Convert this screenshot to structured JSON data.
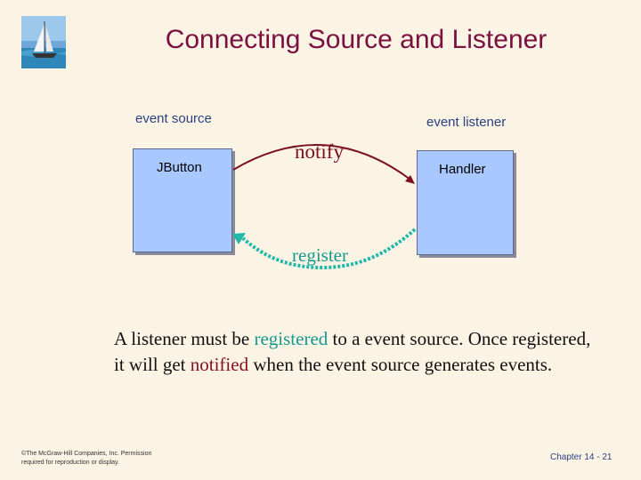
{
  "slide": {
    "title": "Connecting Source and Listener",
    "event_source_label": "event source",
    "event_listener_label": "event listener",
    "source_box_label": "JButton",
    "listener_box_label": "Handler",
    "notify_label": "notify",
    "register_label": "register",
    "paragraph": {
      "part1": "A listener must be ",
      "registered": "registered",
      "part2": " to a event source. Once registered, it will get ",
      "notified": "notified",
      "part3": " when the event source generates events."
    },
    "copyright": "©The McGraw-Hill Companies, Inc. Permission required for reproduction or display.",
    "chapter": "Chapter 14 - 21"
  },
  "colors": {
    "title": "#7a1040",
    "box_fill": "#a8c8ff",
    "notify_arrow": "#7a1020",
    "register_arrow": "#20b8a8"
  },
  "icons": {
    "logo": "sailboat-photo-icon"
  }
}
